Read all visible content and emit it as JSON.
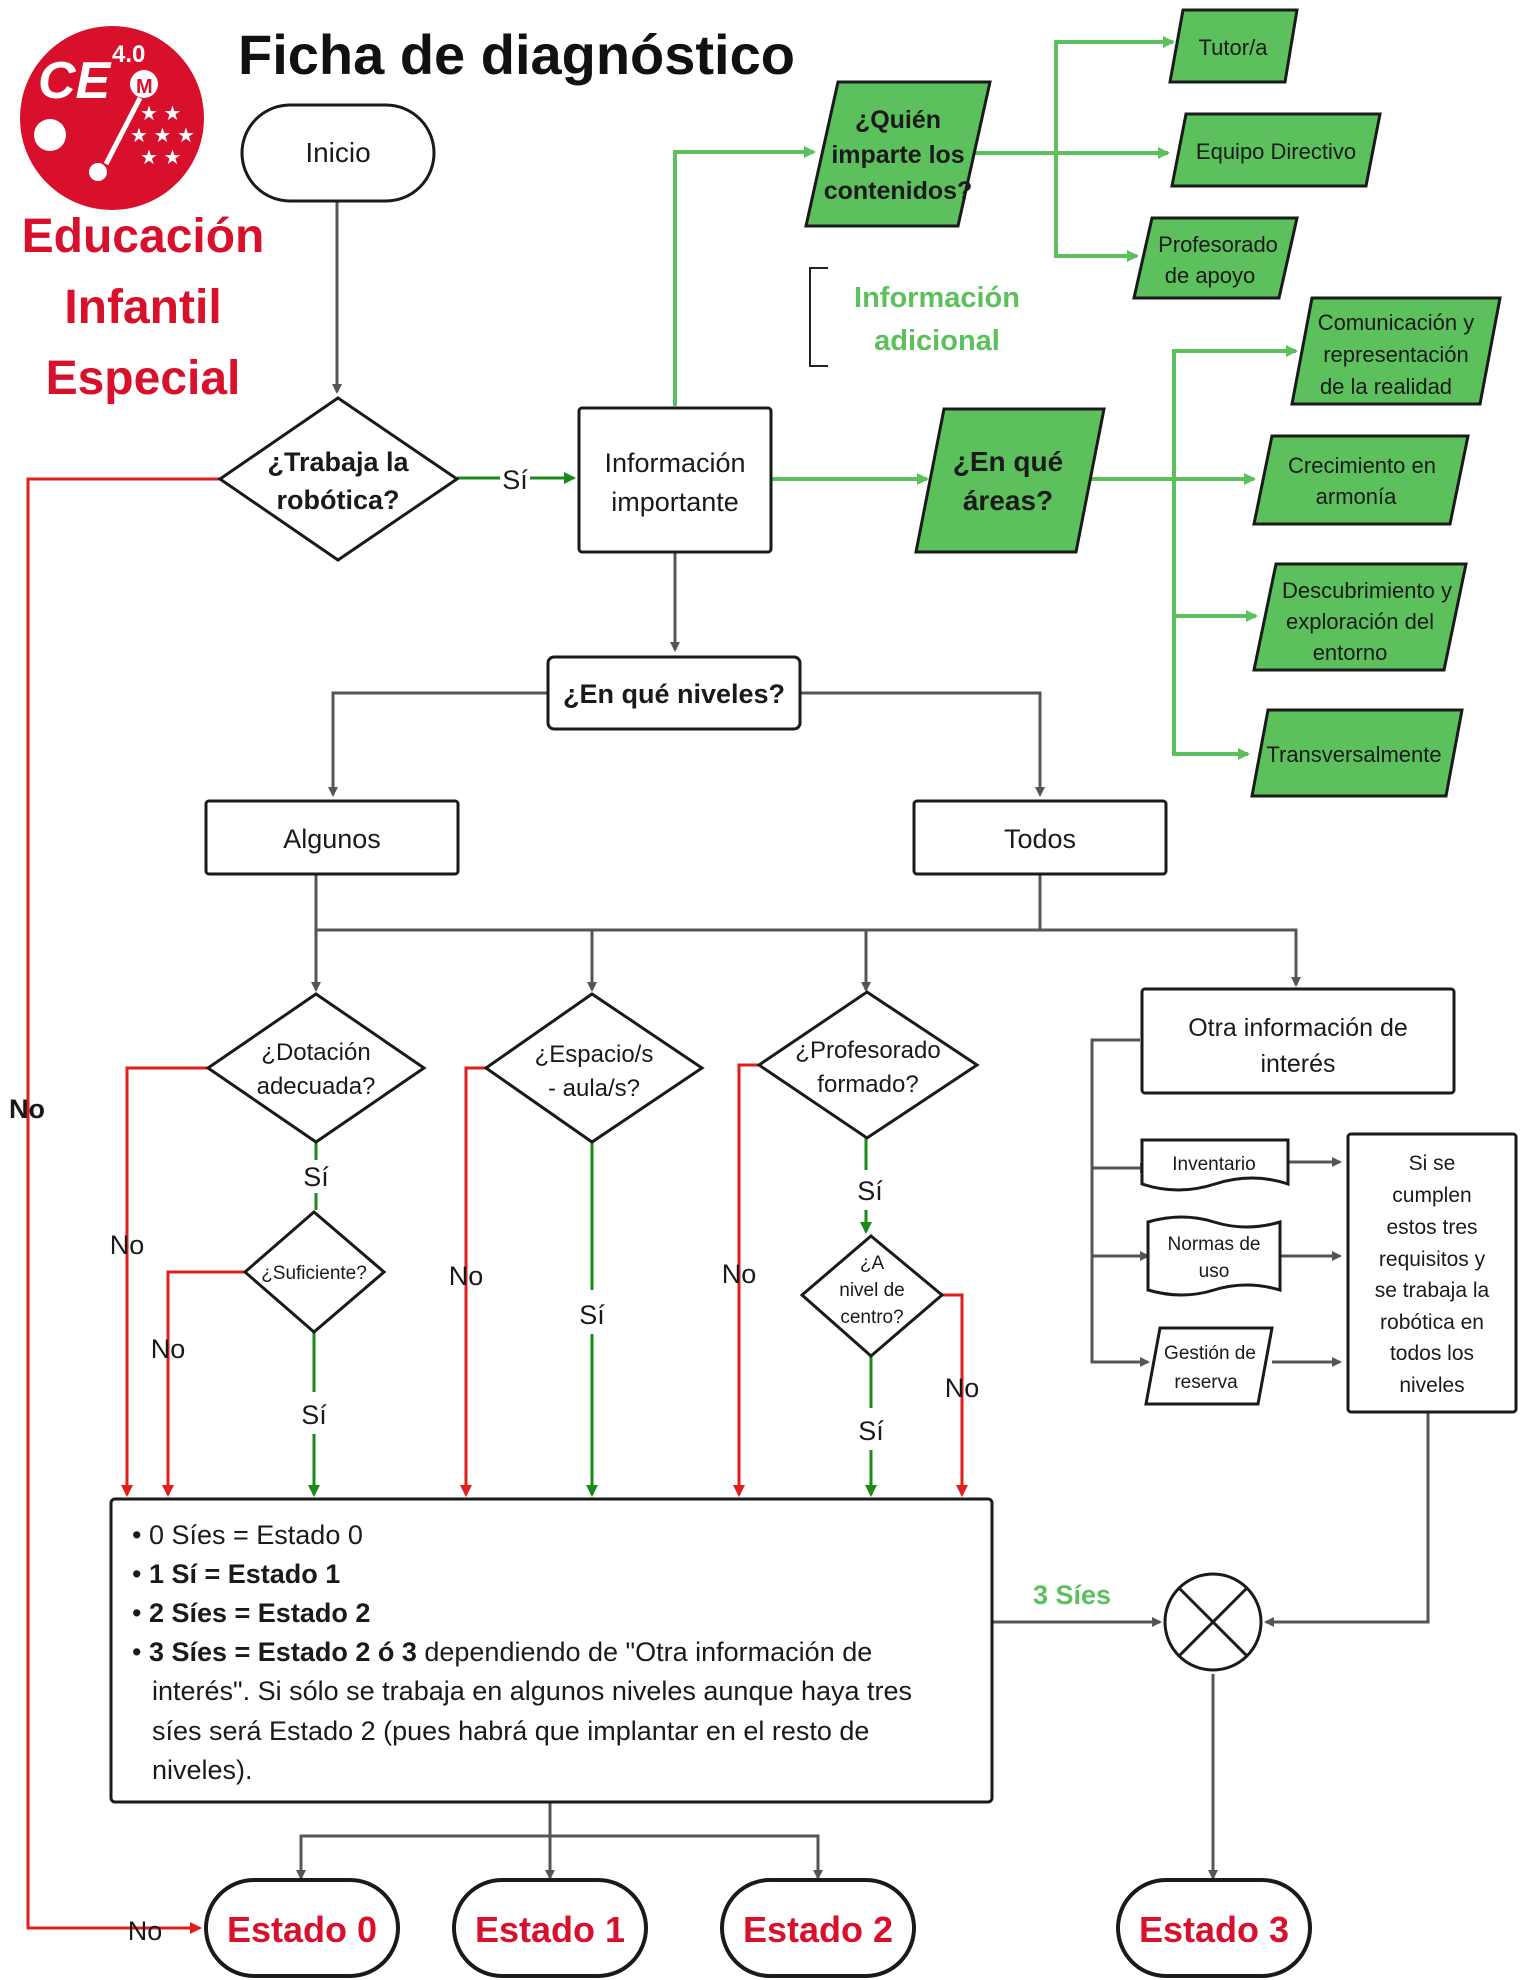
{
  "colors": {
    "green_fill": "#5cc15c",
    "green_line": "#5cc15c",
    "dark_green": "#1a8a1a",
    "red": "#e21d1d",
    "brand_red": "#d8102c",
    "grey": "#555555",
    "black": "#1a1a1a"
  },
  "logo": {
    "text": "CE",
    "superscript": "4.0",
    "badge": "M",
    "name": "logo-ce-4-0-madrid"
  },
  "header": {
    "title": "Ficha de diagnóstico",
    "subtitle_lines": [
      "Educación",
      "Infantil",
      "Especial"
    ]
  },
  "nodes": {
    "start": "Inicio",
    "q_robotica": [
      "¿Trabaja la",
      "robótica?"
    ],
    "info_importante": [
      "Información",
      "importante"
    ],
    "info_adicional": [
      "Información",
      "adicional"
    ],
    "q_quien": [
      "¿Quién",
      "imparte los",
      "contenidos?"
    ],
    "tutor": "Tutor/a",
    "equipo": "Equipo Directivo",
    "profesorado_apoyo": [
      "Profesorado",
      "de apoyo"
    ],
    "q_areas": [
      "¿En qué",
      "áreas?"
    ],
    "area_comunicacion": [
      "Comunicación y",
      "representación",
      "de la realidad"
    ],
    "area_crecimiento": [
      "Crecimiento en",
      "armonía"
    ],
    "area_descubrimiento": [
      "Descubrimiento y",
      "exploración del",
      "entorno"
    ],
    "area_transversal": "Transversalmente",
    "q_niveles": "¿En qué niveles?",
    "algunos": "Algunos",
    "todos": "Todos",
    "q_dotacion": [
      "¿Dotación",
      "adecuada?"
    ],
    "q_suficiente": "¿Suficiente?",
    "q_espacio": [
      "¿Espacio/s",
      "- aula/s?"
    ],
    "q_profesorado": [
      "¿Profesorado",
      "formado?"
    ],
    "q_nivel_centro": [
      "¿A",
      "nivel de",
      "centro?"
    ],
    "otra_info": [
      "Otra información de",
      "interés"
    ],
    "inventario": "Inventario",
    "normas": [
      "Normas de",
      "uso"
    ],
    "gestion": [
      "Gestión de",
      "reserva"
    ],
    "requisitos": [
      "Si se",
      "cumplen",
      "estos tres",
      "requisitos y",
      "se trabaja la",
      "robótica en",
      "todos los",
      "niveles"
    ],
    "estado0": "Estado 0",
    "estado1": "Estado 1",
    "estado2": "Estado 2",
    "estado3": "Estado 3"
  },
  "labels": {
    "si": "Sí",
    "no": "No",
    "tres_sies": "3 Síes"
  },
  "rules": [
    {
      "bold": "",
      "normal": "0 Síes = Estado 0"
    },
    {
      "bold": "1 Sí = Estado 1",
      "normal": ""
    },
    {
      "bold": "2 Síes = Estado 2",
      "normal": ""
    },
    {
      "bold": "3 Síes = Estado 2 ó 3",
      "normal": " dependiendo de \"Otra información de"
    }
  ],
  "rules_continuation": [
    "interés\". Si sólo se trabaja en algunos niveles aunque haya tres",
    "síes será Estado 2 (pues habrá que implantar en el resto de",
    "niveles)."
  ]
}
